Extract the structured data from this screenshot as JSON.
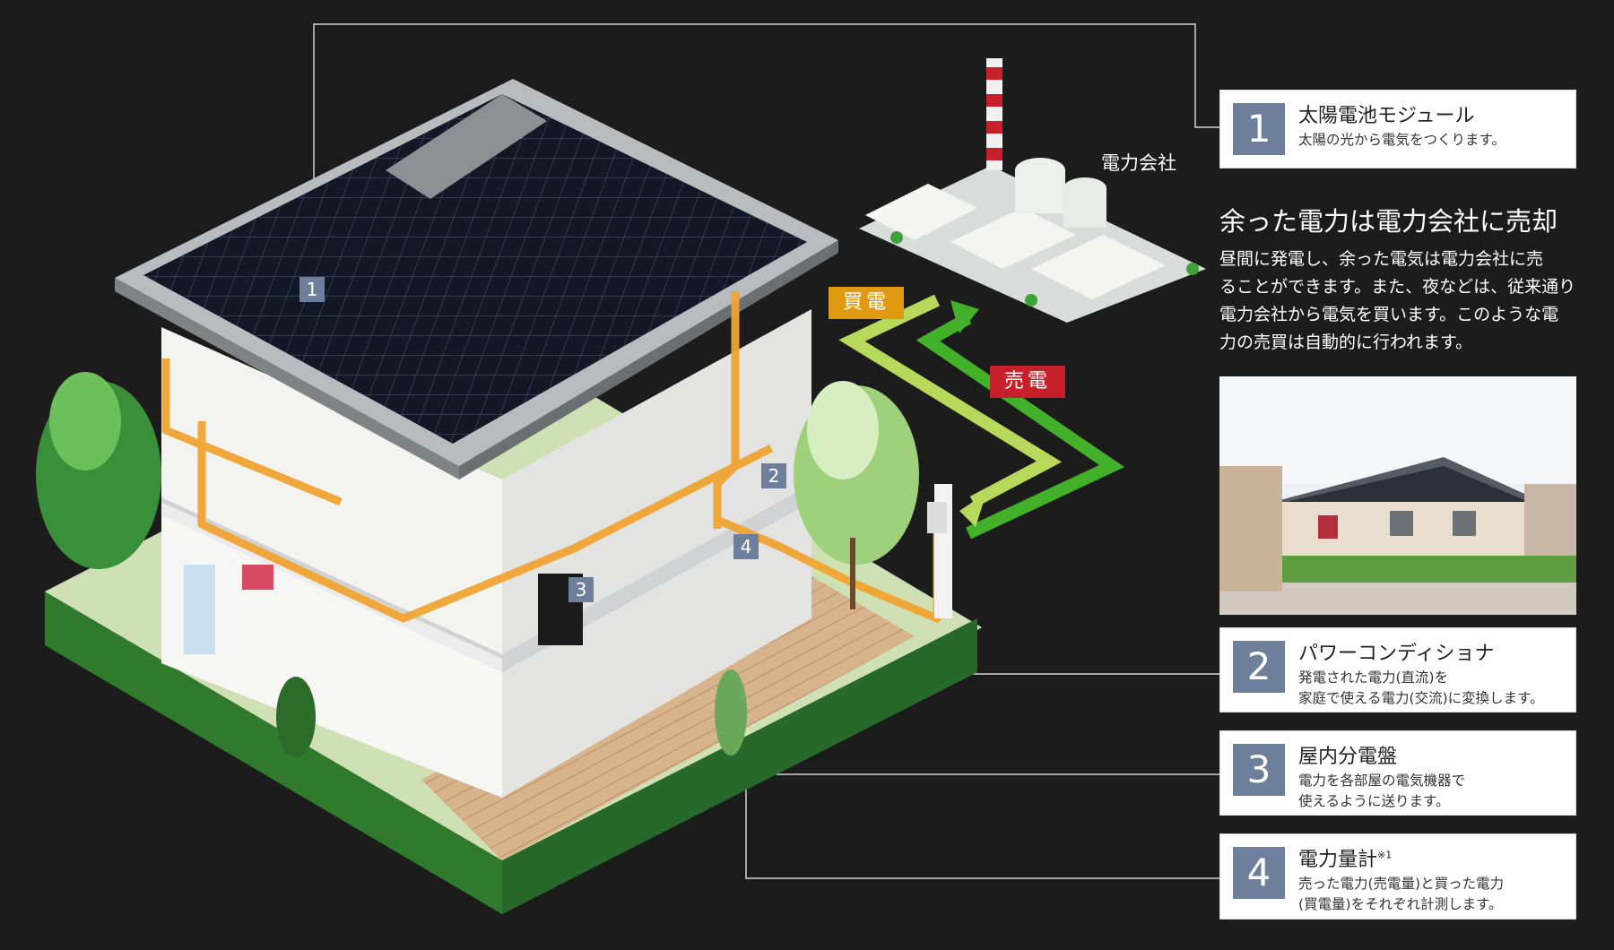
{
  "power_company_label": "電力会社",
  "buy_label": "買電",
  "sell_label": "売電",
  "callouts": [
    {
      "num": "1",
      "title": "太陽電池モジュール",
      "note": "",
      "desc": [
        "太陽の光から電気をつくります。"
      ]
    },
    {
      "num": "2",
      "title": "パワーコンディショナ",
      "note": "",
      "desc": [
        "発電された電力(直流)を",
        "家庭で使える電力(交流)に変換します。"
      ]
    },
    {
      "num": "3",
      "title": "屋内分電盤",
      "note": "",
      "desc": [
        "電力を各部屋の電気機器で",
        "使えるように送ります。"
      ]
    },
    {
      "num": "4",
      "title": "電力量計",
      "note": "※1",
      "desc": [
        "売った電力(売電量)と買った電力",
        "(買電量)をそれぞれ計測します。"
      ]
    }
  ],
  "surplus_heading": "余った電力は電力会社に売却",
  "surplus_text": [
    "昼間に発電し、余った電気は電力会社に売",
    "ることができます。また、夜などは、従来通り",
    "電力会社から電気を買います。このような電",
    "力の売買は自動的に行われます。"
  ],
  "colors": {
    "background": "#1c1c1c",
    "badge": "#6e7f9c",
    "wire": "#f0a332",
    "buy_tag": "#e09a12",
    "sell_tag": "#c8202a",
    "arrow_light": "#b7d85b",
    "arrow_dark": "#43b02a",
    "panel": "#111827",
    "hedge": "#2f7a2c"
  }
}
